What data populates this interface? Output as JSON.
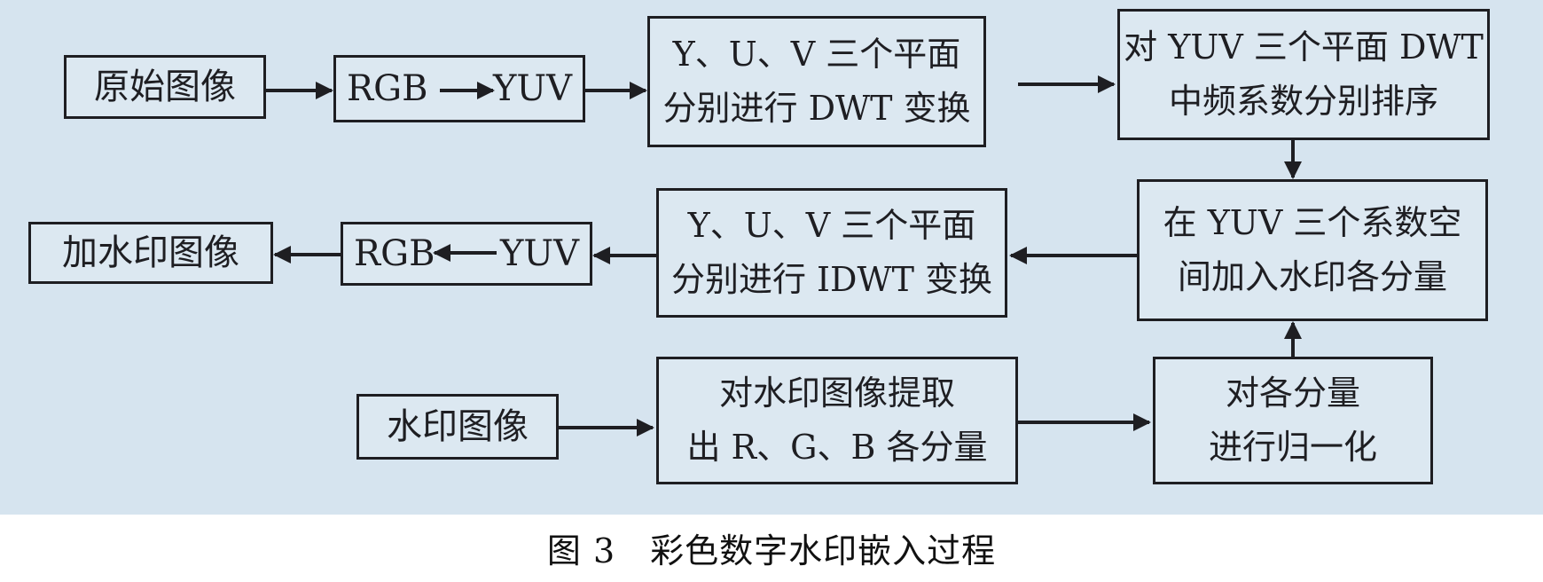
{
  "diagram": {
    "nodes": {
      "original_image": "原始图像",
      "rgb_to_yuv": {
        "left": "RGB",
        "right": "YUV"
      },
      "dwt_transform": {
        "line1": "Y、U、V 三个平面",
        "line2": "分别进行 DWT 变换"
      },
      "sort_coefficients": {
        "line1": "对 YUV 三个平面 DWT",
        "line2": "中频系数分别排序"
      },
      "embed_watermark": {
        "line1": "在 YUV 三个系数空",
        "line2": "间加入水印各分量"
      },
      "idwt_transform": {
        "line1": "Y、U、V 三个平面",
        "line2": "分别进行 IDWT 变换"
      },
      "yuv_to_rgb": {
        "left": "RGB",
        "right": "YUV"
      },
      "watermarked_image": "加水印图像",
      "watermark_image": "水印图像",
      "extract_rgb": {
        "line1": "对水印图像提取",
        "line2": "出 R、G、B 各分量"
      },
      "normalize": {
        "line1": "对各分量",
        "line2": "进行归一化"
      }
    },
    "caption": "图 3　彩色数字水印嵌入过程"
  },
  "colors": {
    "panel": "#d6e4ef",
    "box_fill": "#dce8f1",
    "stroke": "#1e1e22"
  }
}
